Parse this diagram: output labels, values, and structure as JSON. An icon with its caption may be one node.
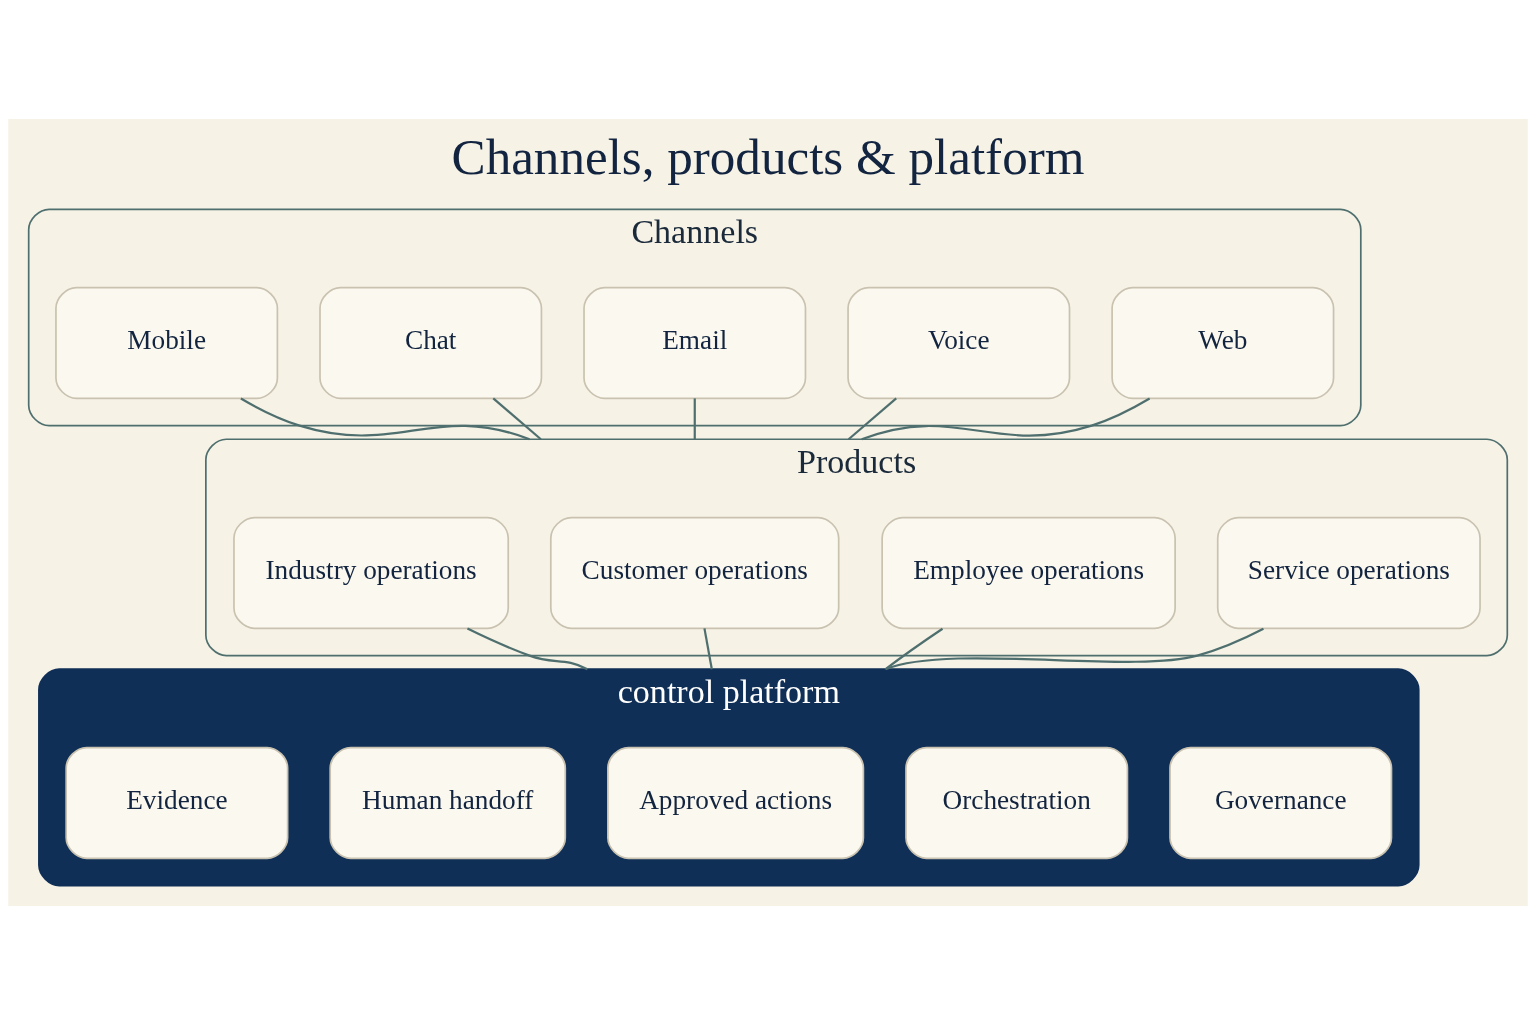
{
  "diagram": {
    "title": "Channels, products & platform",
    "nodes": [
      {
        "text": [
          "Channels"
        ]
      },
      {
        "text": [
          "Web"
        ],
        "in": 0
      },
      {
        "text": [
          "Voice"
        ],
        "in": 0
      },
      {
        "text": [
          "Email"
        ],
        "in": 0
      },
      {
        "text": [
          "Chat"
        ],
        "in": 0
      },
      {
        "text": [
          "Mobile"
        ],
        "in": 0
      },
      {
        "text": [
          "Products"
        ]
      },
      {
        "text": [
          "Service operations"
        ],
        "in": 6
      },
      {
        "text": [
          "Employee operations"
        ],
        "in": 6
      },
      {
        "text": [
          "Customer operations"
        ],
        "in": 6
      },
      {
        "text": [
          "Industry operations"
        ],
        "in": 6
      },
      {
        "text": [
          "control platform"
        ]
      },
      {
        "text": [
          "Governance"
        ],
        "in": 11
      },
      {
        "text": [
          "Orchestration"
        ],
        "in": 11
      },
      {
        "text": [
          "Approved actions"
        ],
        "in": 11
      },
      {
        "text": [
          "Human handoff"
        ],
        "in": 11
      },
      {
        "text": [
          "Evidence"
        ],
        "in": 11
      }
    ],
    "edges": [
      {
        "from": 1,
        "to": 6,
        "arrow": "none"
      },
      {
        "from": 2,
        "to": 6,
        "arrow": "none"
      },
      {
        "from": 3,
        "to": 6,
        "arrow": "none"
      },
      {
        "from": 4,
        "to": 6,
        "arrow": "none"
      },
      {
        "from": 5,
        "to": 6,
        "arrow": "none"
      },
      {
        "from": 7,
        "to": 11,
        "arrow": "none"
      },
      {
        "from": 8,
        "to": 11,
        "arrow": "none"
      },
      {
        "from": 9,
        "to": 11,
        "arrow": "none"
      },
      {
        "from": 10,
        "to": 11,
        "arrow": "none"
      }
    ]
  }
}
